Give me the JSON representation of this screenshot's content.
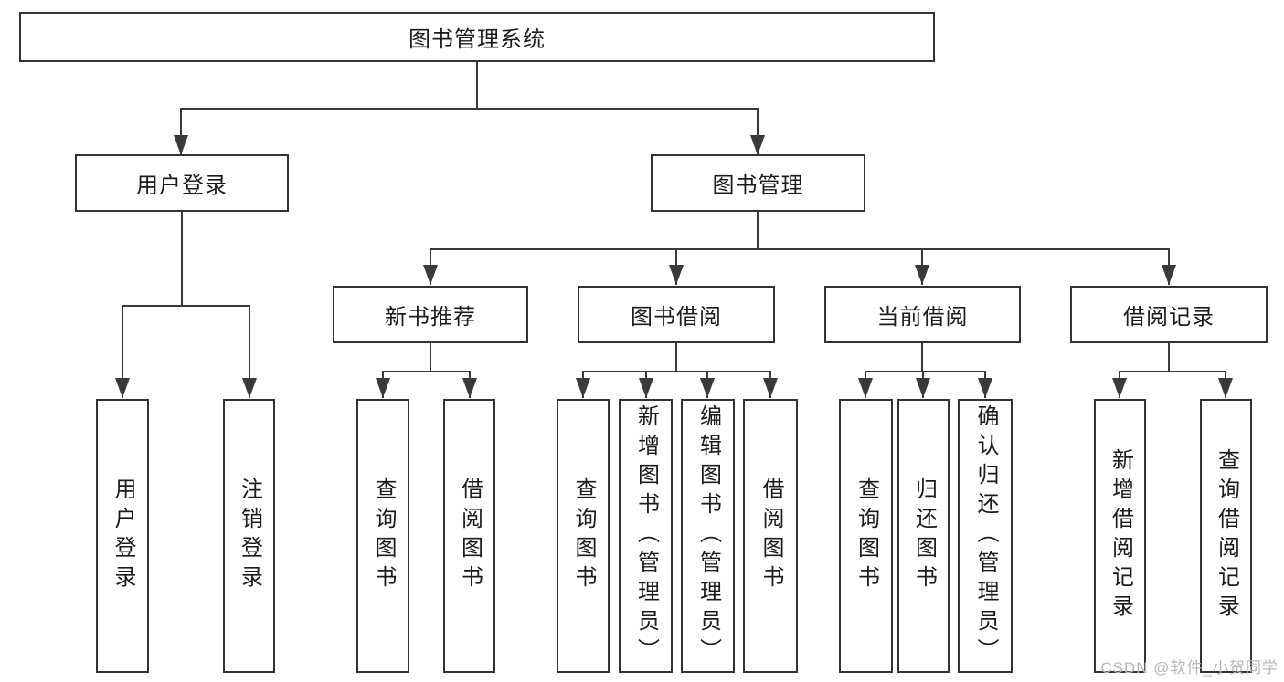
{
  "diagram": {
    "title": "图书管理系统",
    "colors": {
      "line": "#3a3a3a",
      "border": "#333333",
      "text": "#1c1c1c",
      "box_bg": "#ffffff",
      "watermark": "#b5b9be"
    },
    "nodes": [
      {
        "id": "root",
        "label": "图书管理系统",
        "orientation": "horizontal",
        "parent": null
      },
      {
        "id": "user-login",
        "label": "用户登录",
        "orientation": "horizontal",
        "parent": "root"
      },
      {
        "id": "book-mgmt",
        "label": "图书管理",
        "orientation": "horizontal",
        "parent": "root"
      },
      {
        "id": "new-book-rec",
        "label": "新书推荐",
        "orientation": "horizontal",
        "parent": "book-mgmt"
      },
      {
        "id": "book-borrow",
        "label": "图书借阅",
        "orientation": "horizontal",
        "parent": "book-mgmt"
      },
      {
        "id": "current-borrow",
        "label": "当前借阅",
        "orientation": "horizontal",
        "parent": "book-mgmt"
      },
      {
        "id": "borrow-records",
        "label": "借阅记录",
        "orientation": "horizontal",
        "parent": "book-mgmt"
      },
      {
        "id": "leaf-user-login",
        "label": "用户登录",
        "orientation": "vertical",
        "parent": "user-login"
      },
      {
        "id": "leaf-logout",
        "label": "注销登录",
        "orientation": "vertical",
        "parent": "user-login"
      },
      {
        "id": "leaf-query-books-1",
        "label": "查询图书",
        "orientation": "vertical",
        "parent": "new-book-rec"
      },
      {
        "id": "leaf-borrow-books-1",
        "label": "借阅图书",
        "orientation": "vertical",
        "parent": "new-book-rec"
      },
      {
        "id": "leaf-query-books-2",
        "label": "查询图书",
        "orientation": "vertical",
        "parent": "book-borrow"
      },
      {
        "id": "leaf-add-books",
        "label": "新增图书（管理员）",
        "orientation": "vertical",
        "parent": "book-borrow"
      },
      {
        "id": "leaf-edit-books",
        "label": "编辑图书（管理员）",
        "orientation": "vertical",
        "parent": "book-borrow"
      },
      {
        "id": "leaf-borrow-books-2",
        "label": "借阅图书",
        "orientation": "vertical",
        "parent": "book-borrow"
      },
      {
        "id": "leaf-query-books-3",
        "label": "查询图书",
        "orientation": "vertical",
        "parent": "current-borrow"
      },
      {
        "id": "leaf-return-books",
        "label": "归还图书",
        "orientation": "vertical",
        "parent": "current-borrow"
      },
      {
        "id": "leaf-confirm-return",
        "label": "确认归还（管理员）",
        "orientation": "vertical",
        "parent": "current-borrow"
      },
      {
        "id": "leaf-add-record",
        "label": "新增借阅记录",
        "orientation": "vertical",
        "parent": "borrow-records"
      },
      {
        "id": "leaf-query-record",
        "label": "查询借阅记录",
        "orientation": "vertical",
        "parent": "borrow-records"
      }
    ],
    "watermark": {
      "text": "CSDN @软件_小贺同学"
    }
  }
}
